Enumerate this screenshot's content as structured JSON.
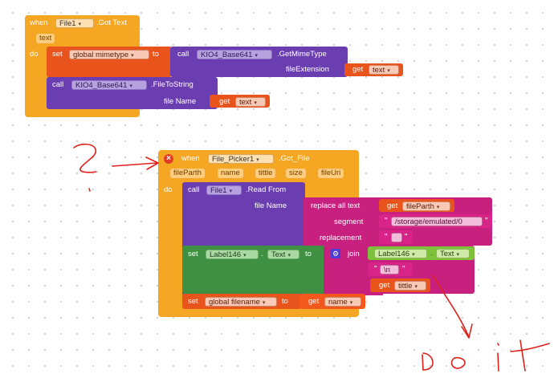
{
  "block1": {
    "when": "when",
    "component": "File1",
    "event": ".Got Text",
    "param": "text",
    "do": "do",
    "set_kw": "set",
    "global_var": "global mimetype",
    "to": "to",
    "call_kw": "call",
    "call_component": "KIO4_Base641",
    "method1": ".GetMimeType",
    "arg1_label": "fileExtension",
    "get_kw": "get",
    "get_text": "text",
    "call2_kw": "call",
    "call2_component": "KIO4_Base641",
    "method2": ".FileToString",
    "arg2_label": "file Name",
    "get2_kw": "get",
    "get2_text": "text"
  },
  "block2": {
    "when": "when",
    "component": "File_Picker1",
    "event": ".Got_File",
    "params": [
      "fileParth",
      "name",
      "tittle",
      "size",
      "fileUri"
    ],
    "do": "do",
    "call_kw": "call",
    "call_component": "File1",
    "method": ".Read From",
    "arg_label": "file Name",
    "replace_all_text": "replace all text",
    "get_kw": "get",
    "get_fileparth": "fileParth",
    "segment_label": "segment",
    "segment_value": "/storage/emulated/0",
    "replacement_label": "replacement",
    "set_kw": "set",
    "label_component": "Label146",
    "dot": ".",
    "prop": "Text",
    "to": "to",
    "join": "join",
    "join_label_component": "Label146",
    "join_prop": "Text",
    "newline": "\\n",
    "get2_kw": "get",
    "get_tittle": "tittle",
    "set2_kw": "set",
    "global_filename": "global filename",
    "to2": "to",
    "get3_kw": "get",
    "get_name": "name"
  },
  "colors": {
    "event_orange": "#f5a623",
    "call_purple": "#6a3eb0",
    "set_green": "#3f9043",
    "text_magenta": "#c8207f",
    "var_red": "#e8541c",
    "annotation_red": "#e0201a"
  },
  "icons": [
    "error-x-icon",
    "gear-icon",
    "dropdown-arrow-icon"
  ]
}
